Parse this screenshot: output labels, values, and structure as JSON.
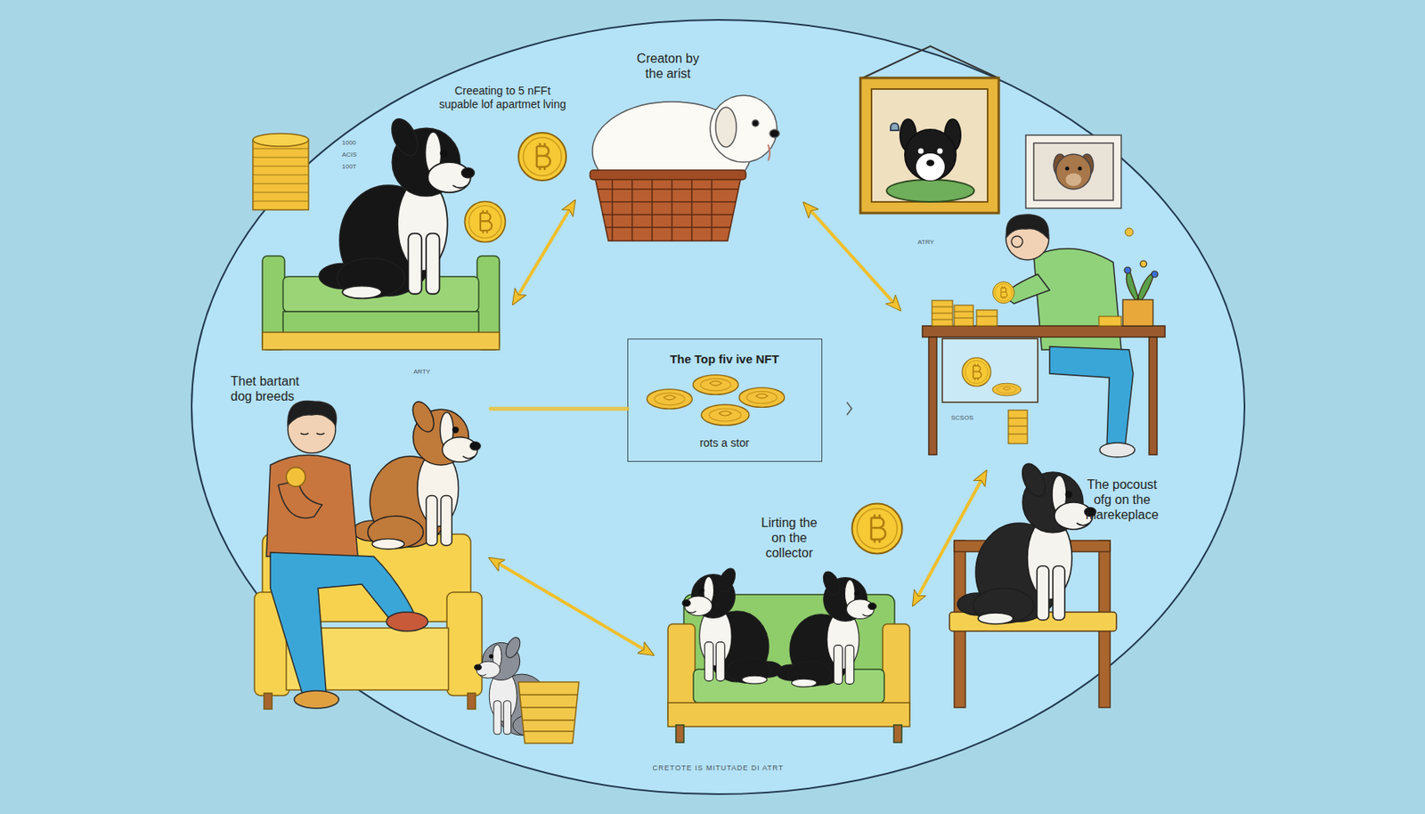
{
  "diagram": {
    "nodes": [
      {
        "text": [
          "Creaton by the arist"
        ]
      },
      {
        "text": [
          "ATRY"
        ]
      },
      {
        "text": [
          "The pocoust ofg on the marekeplace"
        ]
      },
      {
        "text": [
          "Lirting the on the collector"
        ]
      },
      {
        "text": [
          "Thet bartant dog breeds"
        ]
      },
      {
        "text": [
          "Creeating to 5 nFFt supable lof apartmet lving"
        ]
      },
      {
        "text": [
          "The Top fiv ive NFT",
          "rots a stor"
        ]
      }
    ],
    "edges": [
      {
        "from": 0,
        "to": 5,
        "arrow": "both"
      },
      {
        "from": 0,
        "to": 1,
        "arrow": "both"
      },
      {
        "from": 1,
        "to": 3,
        "arrow": "both"
      },
      {
        "from": 3,
        "to": 4,
        "arrow": "both"
      },
      {
        "from": 4,
        "to": 6,
        "arrow": "none"
      }
    ],
    "labels": [
      "1000",
      "ACIS",
      "100T",
      "ARTY",
      "SCSOS",
      "CRETOTE IS MITUTADE DI ATRT"
    ]
  }
}
